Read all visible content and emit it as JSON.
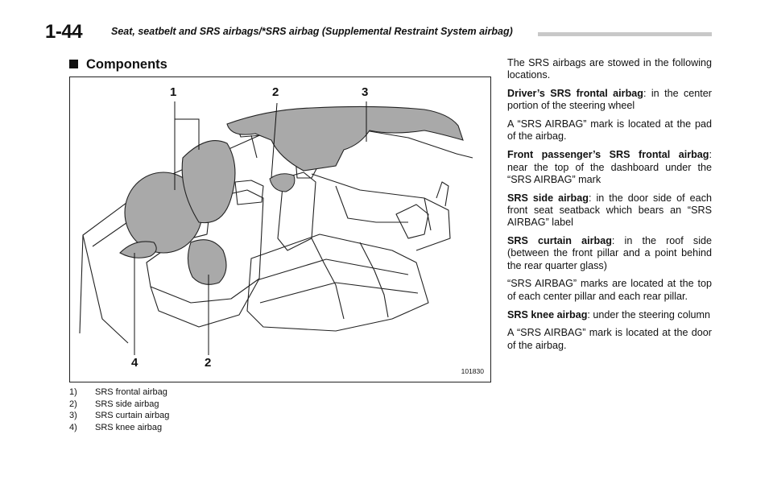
{
  "header": {
    "page_number": "1-44",
    "title": "Seat, seatbelt and SRS airbags/*SRS airbag (Supplemental Restraint System airbag)"
  },
  "section": {
    "title": "Components"
  },
  "figure": {
    "callouts": [
      "1",
      "2",
      "3",
      "4",
      "2"
    ],
    "code": "101830"
  },
  "legend": [
    {
      "num": "1)",
      "label": "SRS frontal airbag"
    },
    {
      "num": "2)",
      "label": "SRS side airbag"
    },
    {
      "num": "3)",
      "label": "SRS curtain airbag"
    },
    {
      "num": "4)",
      "label": "SRS knee airbag"
    }
  ],
  "body": {
    "intro": "The SRS airbags are stowed in the following locations.",
    "items": [
      {
        "term": "Driver’s SRS frontal airbag",
        "desc": ": in the center portion of the steering wheel"
      },
      {
        "plain": "A “SRS AIRBAG” mark is located at the pad of the airbag."
      },
      {
        "term": "Front passenger’s SRS frontal airbag",
        "desc": ": near the top of the dashboard under the “SRS AIRBAG” mark"
      },
      {
        "term": "SRS side airbag",
        "desc": ": in the door side of each front seat seatback which bears an “SRS AIRBAG” label"
      },
      {
        "term": "SRS curtain airbag",
        "desc": ": in the roof side (between the front pillar and a point behind the rear quarter glass)"
      },
      {
        "plain": "“SRS AIRBAG” marks are located at the top of each center pillar and each rear pillar."
      },
      {
        "term": "SRS knee airbag",
        "desc": ": under the steering column"
      },
      {
        "plain": "A “SRS AIRBAG” mark is located at the door of the airbag."
      }
    ]
  }
}
